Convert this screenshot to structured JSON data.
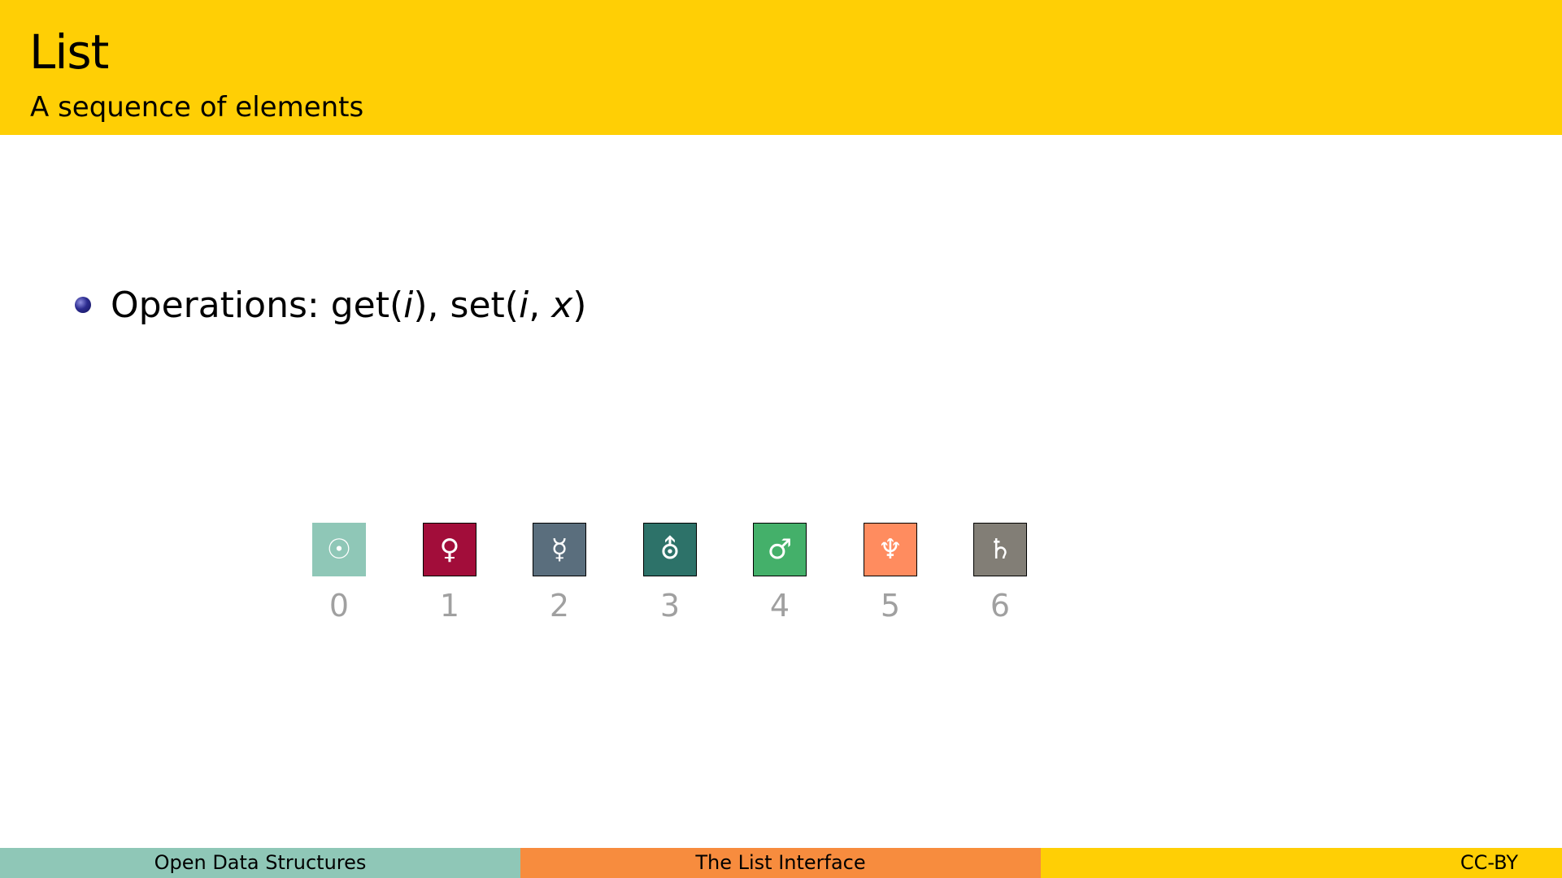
{
  "header": {
    "title": "List",
    "subtitle": "A sequence of elements"
  },
  "bullet": {
    "prefix": "Operations:",
    "get_fn": "get(",
    "get_arg": "i",
    "get_close": "),",
    "set_fn": "set(",
    "set_arg1": "i",
    "set_sep": ",",
    "set_arg2": "x",
    "set_close": ")"
  },
  "list": {
    "cells": [
      {
        "index": "0",
        "symbol": "☉",
        "icon": "sun-icon",
        "color": "#8FC7B7",
        "bordered": false
      },
      {
        "index": "1",
        "symbol": "♀",
        "icon": "venus-icon",
        "color": "#A20D3A",
        "bordered": true
      },
      {
        "index": "2",
        "symbol": "☿",
        "icon": "mercury-icon",
        "color": "#5A6E7D",
        "bordered": true
      },
      {
        "index": "3",
        "symbol": "⛢",
        "icon": "uranus-icon",
        "color": "#2D7269",
        "bordered": true
      },
      {
        "index": "4",
        "symbol": "♂",
        "icon": "mars-icon",
        "color": "#44B06A",
        "bordered": true
      },
      {
        "index": "5",
        "symbol": "♆",
        "icon": "neptune-icon",
        "color": "#FF8C5F",
        "bordered": true
      },
      {
        "index": "6",
        "symbol": "♄",
        "icon": "saturn-icon",
        "color": "#827E76",
        "bordered": true
      }
    ]
  },
  "footer": {
    "left": "Open Data Structures",
    "center": "The List Interface",
    "right": "CC-BY"
  }
}
